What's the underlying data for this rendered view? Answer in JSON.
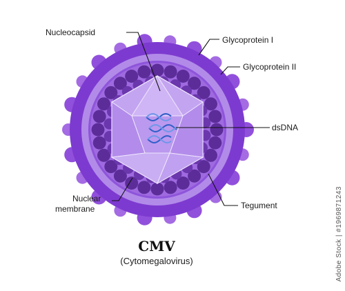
{
  "labels": {
    "nucleocapsid": "Nucleocapsid",
    "glycoprotein_1": "Glycoprotein I",
    "glycoprotein_2": "Glycoprotein II",
    "dsdna": "dsDNA",
    "nuclear_line1": "Nuclear",
    "nuclear_line2": "membrane",
    "tegument": "Tegument"
  },
  "title": "CMV",
  "subtitle": "(Cytomegalovirus)",
  "stock_id": "Adobe Stock | #1969871243",
  "colors": {
    "outer_spikes": "#8a45d6",
    "outer_ring": "#7a36cc",
    "inner_ring_light": "#b793ec",
    "membrane_band": "#9a62df",
    "tegument_ball": "#5e2f9c",
    "capsid_fill": "#c6a9f2",
    "capsid_face": "#d7c1f7",
    "dna": "#3b6fd6",
    "leader": "#111111"
  }
}
